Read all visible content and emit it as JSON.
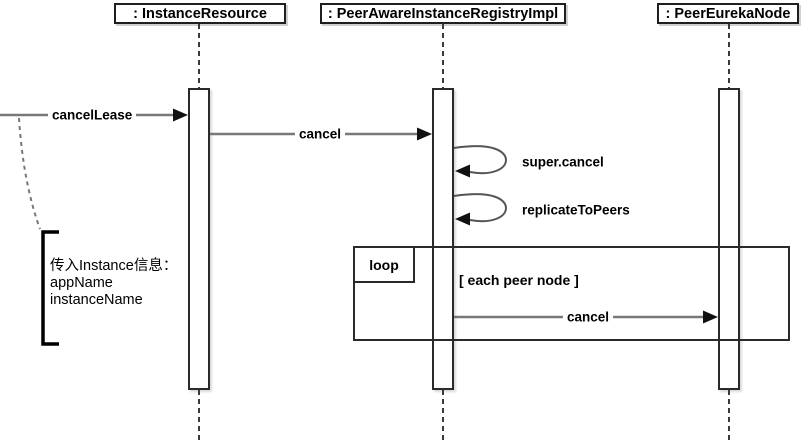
{
  "diagram_type": "uml-sequence-diagram",
  "lifelines": [
    {
      "label": ": InstanceResource"
    },
    {
      "label": ": PeerAwareInstanceRegistryImpl"
    },
    {
      "label": ": PeerEurekaNode"
    }
  ],
  "messages": {
    "cancel_lease": {
      "label": "cancelLease"
    },
    "cancel": {
      "label": "cancel"
    },
    "super_cancel": {
      "label": "super.cancel"
    },
    "replicate_to_peers": {
      "label": "replicateToPeers"
    },
    "loop_cancel": {
      "label": "cancel"
    }
  },
  "loop_fragment": {
    "operator": "loop",
    "guard": "[ each peer node ]"
  },
  "annotation": {
    "lines": [
      "传入Instance信息：",
      "appName",
      "instanceName"
    ]
  },
  "colors": {
    "message_line": "#787878",
    "border": "#222222",
    "text": "#000000",
    "canvas": "#ffffff"
  }
}
